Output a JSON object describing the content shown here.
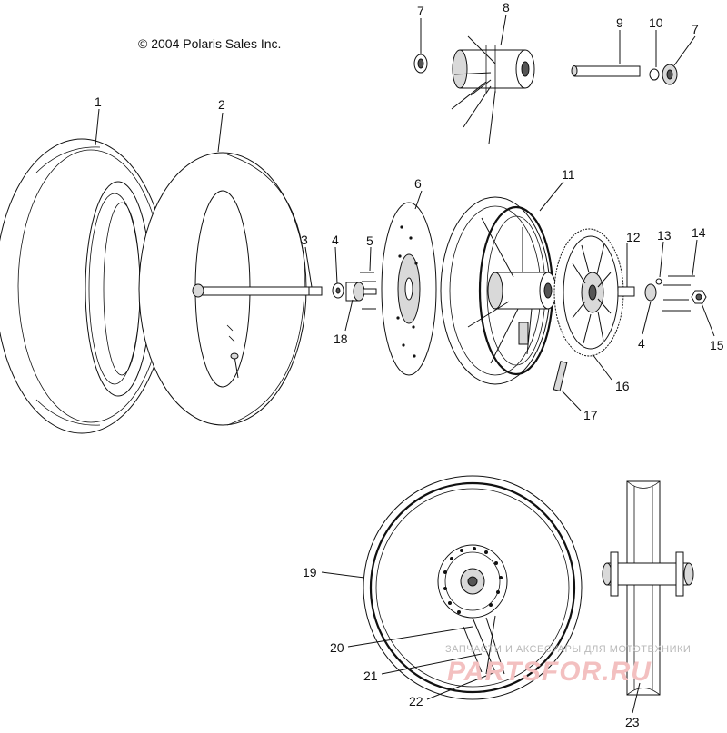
{
  "copyright": "© 2004 Polaris Sales Inc.",
  "callouts": [
    "1",
    "2",
    "3",
    "4",
    "5",
    "6",
    "7",
    "8",
    "9",
    "10",
    "7",
    "11",
    "12",
    "13",
    "14",
    "18",
    "4",
    "15",
    "16",
    "17",
    "19",
    "20",
    "21",
    "22",
    "23"
  ],
  "watermark": {
    "text": "ЗАПЧАСТИ И АКСЕСУАРЫ ДЛЯ МОТОТЕХНИКИ",
    "logo": "PARTSFOR.RU"
  }
}
